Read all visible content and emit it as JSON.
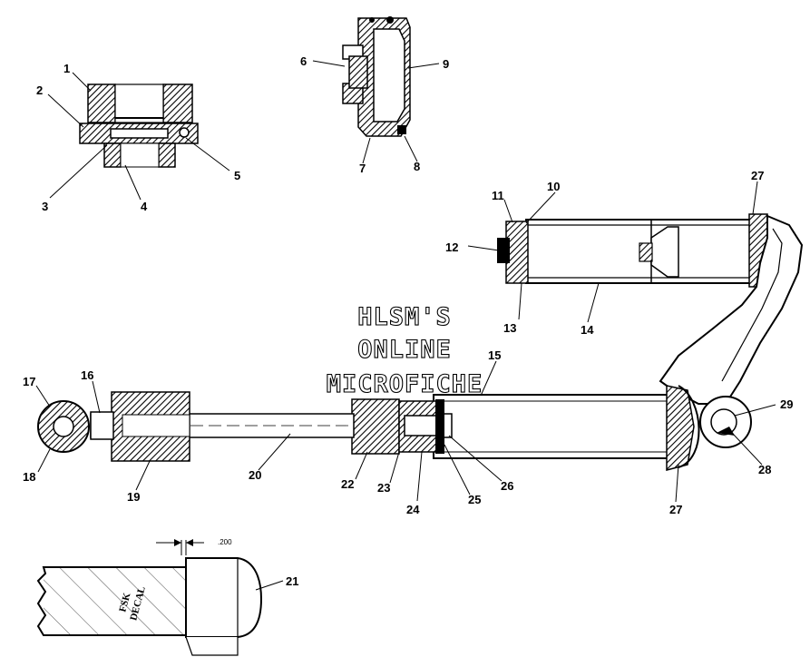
{
  "watermark": {
    "line1": "HLSM'S",
    "line2": "ONLINE",
    "line3": "MICROFICHE"
  },
  "dimension": {
    "value": ".200"
  },
  "decal": {
    "line1": "FSK",
    "line2": "DECAL"
  },
  "callouts": [
    {
      "id": "1",
      "text": "1"
    },
    {
      "id": "2",
      "text": "2"
    },
    {
      "id": "3",
      "text": "3"
    },
    {
      "id": "4",
      "text": "4"
    },
    {
      "id": "5",
      "text": "5"
    },
    {
      "id": "6",
      "text": "6"
    },
    {
      "id": "7",
      "text": "7"
    },
    {
      "id": "8",
      "text": "8"
    },
    {
      "id": "9",
      "text": "9"
    },
    {
      "id": "10",
      "text": "10"
    },
    {
      "id": "11",
      "text": "11"
    },
    {
      "id": "12",
      "text": "12"
    },
    {
      "id": "13",
      "text": "13"
    },
    {
      "id": "14",
      "text": "14"
    },
    {
      "id": "15",
      "text": "15"
    },
    {
      "id": "16",
      "text": "16"
    },
    {
      "id": "17",
      "text": "17"
    },
    {
      "id": "18",
      "text": "18"
    },
    {
      "id": "19",
      "text": "19"
    },
    {
      "id": "20",
      "text": "20"
    },
    {
      "id": "21",
      "text": "21"
    },
    {
      "id": "22",
      "text": "22"
    },
    {
      "id": "23",
      "text": "23"
    },
    {
      "id": "24",
      "text": "24"
    },
    {
      "id": "25",
      "text": "25"
    },
    {
      "id": "26",
      "text": "26"
    },
    {
      "id": "27a",
      "text": "27"
    },
    {
      "id": "27b",
      "text": "27"
    },
    {
      "id": "28",
      "text": "28"
    },
    {
      "id": "29",
      "text": "29"
    }
  ]
}
